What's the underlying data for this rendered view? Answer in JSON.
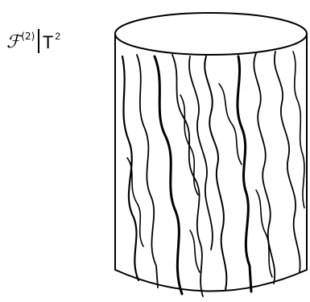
{
  "label": {
    "script_f": "ℱ",
    "superscript": "(2)",
    "base": "T",
    "exponent": "2"
  }
}
